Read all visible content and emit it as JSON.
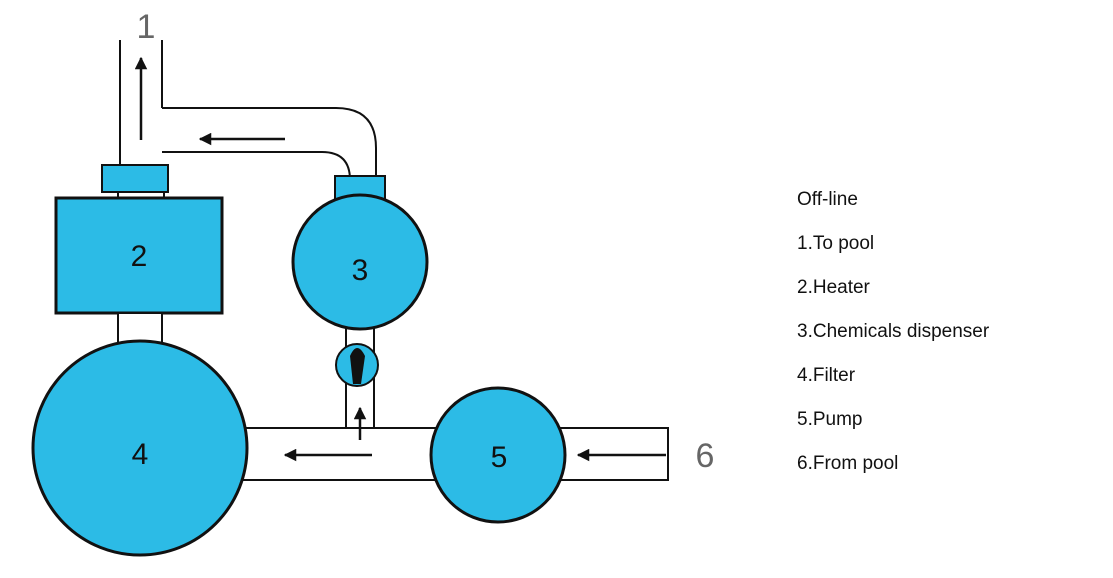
{
  "colors": {
    "component_fill": "#2cbbe6",
    "outline": "#111111",
    "background": "#ffffff"
  },
  "diagram": {
    "labels": {
      "to_pool": "1",
      "heater": "2",
      "chemicals_dispenser": "3",
      "filter": "4",
      "pump": "5",
      "from_pool": "6"
    }
  },
  "legend": {
    "title": "Off-line",
    "items": [
      "1.To pool",
      "2.Heater",
      "3.Chemicals dispenser",
      "4.Filter",
      "5.Pump",
      "6.From pool"
    ]
  }
}
